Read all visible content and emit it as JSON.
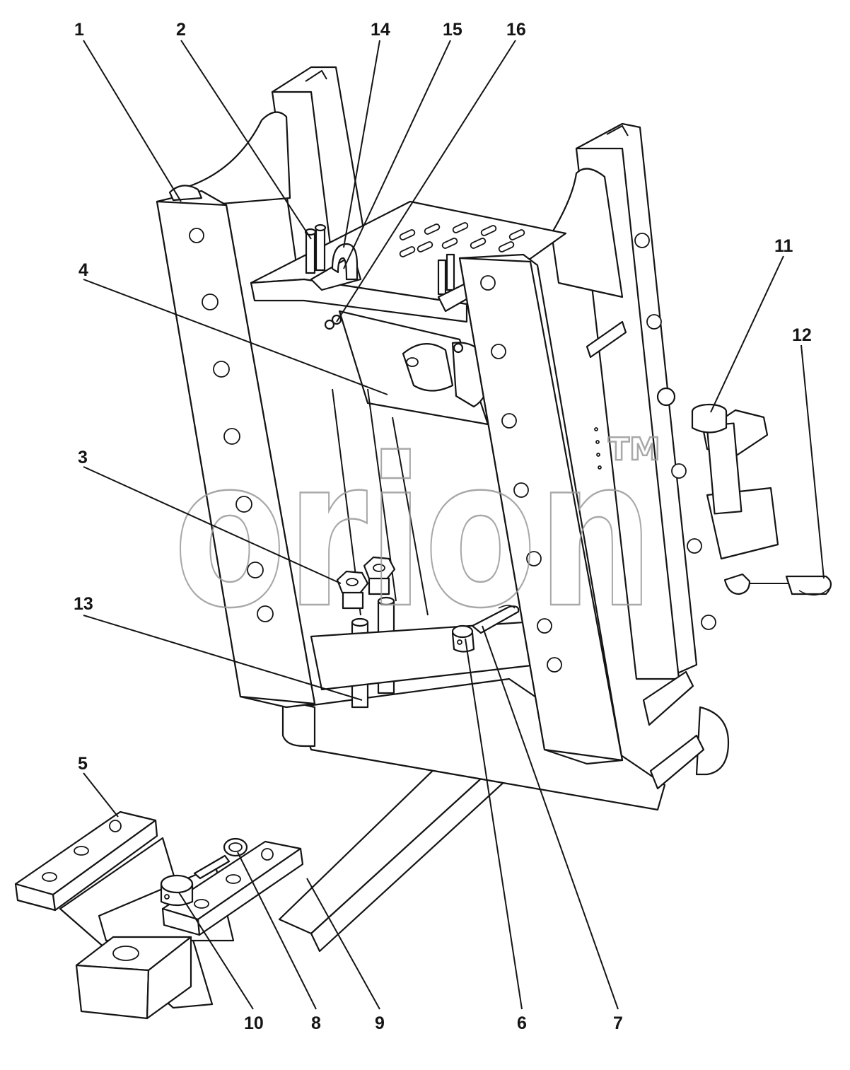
{
  "diagram": {
    "watermark": {
      "text": "orion",
      "mark": "TM",
      "color": "#9a9a9a"
    },
    "callouts": [
      {
        "id": "1",
        "label": "1"
      },
      {
        "id": "2",
        "label": "2"
      },
      {
        "id": "14",
        "label": "14"
      },
      {
        "id": "15",
        "label": "15"
      },
      {
        "id": "16",
        "label": "16"
      },
      {
        "id": "4",
        "label": "4"
      },
      {
        "id": "11",
        "label": "11"
      },
      {
        "id": "12",
        "label": "12"
      },
      {
        "id": "3",
        "label": "3"
      },
      {
        "id": "13",
        "label": "13"
      },
      {
        "id": "5",
        "label": "5"
      },
      {
        "id": "10",
        "label": "10"
      },
      {
        "id": "8",
        "label": "8"
      },
      {
        "id": "9",
        "label": "9"
      },
      {
        "id": "6",
        "label": "6"
      },
      {
        "id": "7",
        "label": "7"
      }
    ],
    "line_color": "#141414"
  }
}
